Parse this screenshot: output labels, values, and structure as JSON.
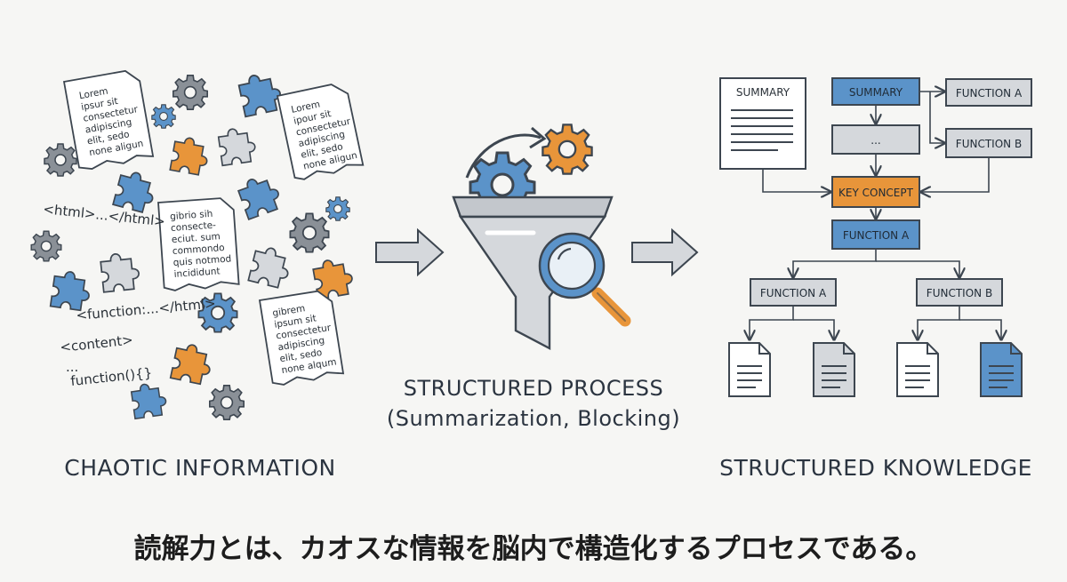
{
  "captions": {
    "left": "CHAOTIC INFORMATION",
    "middle_line1": "STRUCTURED PROCESS",
    "middle_line2": "(Summarization, Blocking)",
    "right": "STRUCTURED KNOWLEDGE"
  },
  "bottom_text": "読解力とは、カオスな情報を脳内で構造化するプロセスである。",
  "chaos": {
    "note1": [
      "Lorem",
      "ipsur sit",
      "consectetur",
      "adipiscing",
      "elit, sedo",
      "none aligun"
    ],
    "note2": [
      "Lorem",
      "ipour sit",
      "consectetur",
      "adipiscing",
      "elit, sedo",
      "none aligun"
    ],
    "note3": [
      "gibrio sih",
      "consecte-",
      "eciut. sum",
      "commondo",
      "quis notmod",
      "incididunt"
    ],
    "note4": [
      "gibrem",
      "ipsum sit",
      "consectetur",
      "adipiscing",
      "elit, sedo",
      "none alqum"
    ],
    "code1": "<html>...</html>",
    "code2": "<function:...</html>",
    "code3": "<content>",
    "code4": "...",
    "code5": "function(){}"
  },
  "structure": {
    "summary_doc": "SUMMARY",
    "summary_box": "SUMMARY",
    "ellipsis_box": "...",
    "func_a_top": "FUNCTION A",
    "func_b_top": "FUNCTION B",
    "key_concept": "KEY CONCEPT",
    "func_a_mid": "FUNCTION A",
    "func_a_left": "FUNCTION A",
    "func_b_right": "FUNCTION B"
  },
  "colors": {
    "blue": "#5b93c9",
    "orange": "#e8953a",
    "gray": "#8a9097",
    "gray_fill": "#d5d8dc",
    "dark": "#3d4650"
  }
}
